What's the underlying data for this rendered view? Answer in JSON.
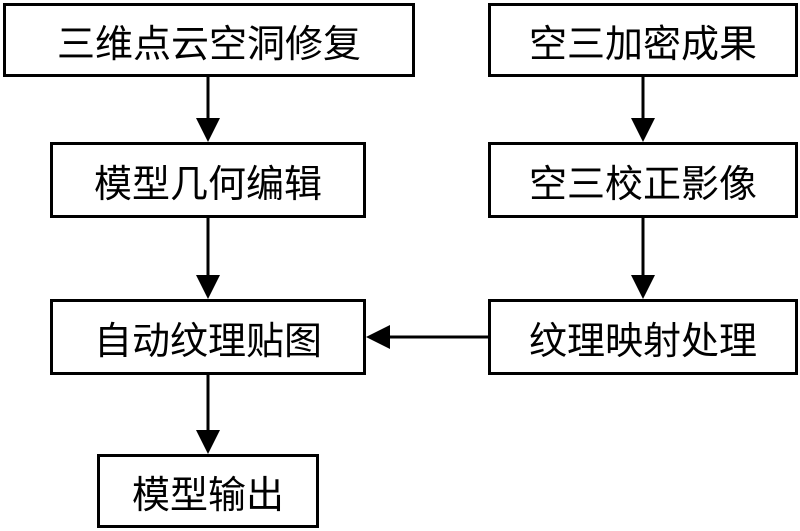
{
  "nodes": {
    "point_cloud_hole_repair": "三维点云空洞修复",
    "aerotriangulation_encryption_result": "空三加密成果",
    "model_geometry_editing": "模型几何编辑",
    "aerotriangulation_corrected_image": "空三校正影像",
    "automatic_texture_mapping": "自动纹理贴图",
    "texture_mapping_processing": "纹理映射处理",
    "model_output": "模型输出"
  },
  "colors": {
    "stroke": "#000000",
    "background": "#ffffff"
  }
}
